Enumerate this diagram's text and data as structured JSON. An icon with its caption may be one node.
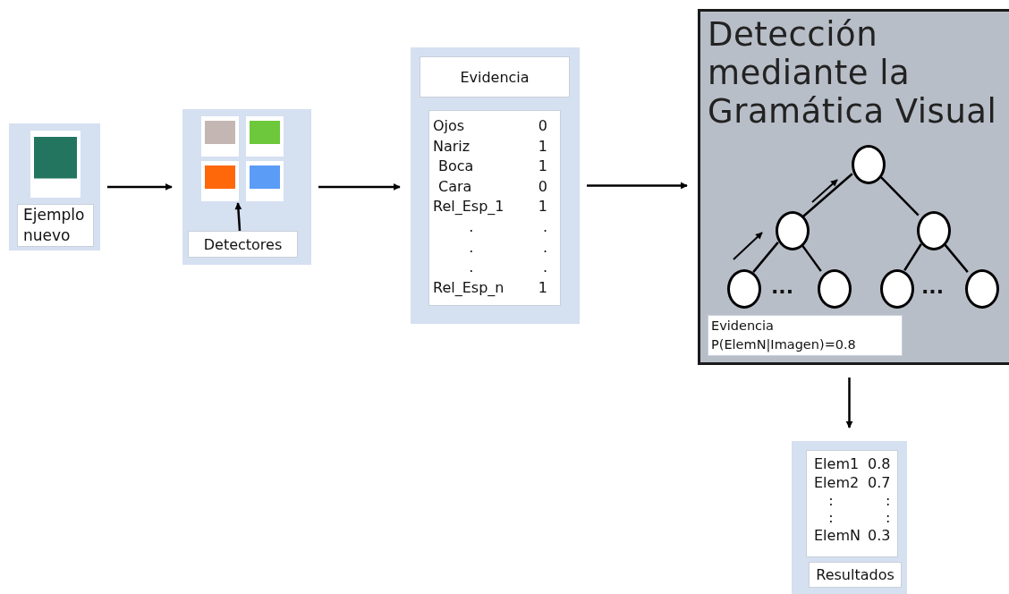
{
  "diagram": {
    "nodes": [
      {
        "text": [],
        "shape": "box"
      },
      {
        "text": [],
        "shape": "box",
        "in": 0
      },
      {
        "text": [
          "Ejemplo nuevo"
        ],
        "in": 0
      },
      {
        "text": [],
        "shape": "box"
      },
      {
        "text": [],
        "shape": "box",
        "in": 3
      },
      {
        "text": [],
        "shape": "box",
        "in": 3
      },
      {
        "text": [],
        "shape": "box",
        "in": 3
      },
      {
        "text": [],
        "shape": "box",
        "in": 3
      },
      {
        "text": [
          "Detectores"
        ],
        "in": 3
      },
      {
        "text": [],
        "shape": "box"
      },
      {
        "text": [
          "Evidencia"
        ],
        "in": 9
      },
      {
        "text": [
          "Ojos",
          "0",
          "Nariz",
          "1",
          "Boca",
          "1",
          "Cara",
          "0",
          "Rel_Esp_1",
          "1",
          ".",
          ".",
          ".",
          ".",
          ".",
          ".",
          "Rel_Esp_n",
          "1"
        ],
        "in": 9
      },
      {
        "text": [
          "Detección mediante la Gramática Visual"
        ]
      },
      {
        "text": [],
        "shape": "circle",
        "in": 12
      },
      {
        "text": [],
        "shape": "circle",
        "in": 12
      },
      {
        "text": [],
        "shape": "circle",
        "in": 12
      },
      {
        "text": [],
        "shape": "circle",
        "in": 12
      },
      {
        "text": [],
        "shape": "circle",
        "in": 12
      },
      {
        "text": [],
        "shape": "circle",
        "in": 12
      },
      {
        "text": [],
        "shape": "circle",
        "in": 12
      },
      {
        "text": [
          "Evidencia",
          "P(ElemN|Imagen)=0.8"
        ],
        "in": 12
      },
      {
        "text": [],
        "shape": "box"
      },
      {
        "text": [
          "Elem1",
          "0.8",
          "Elem2",
          "0.7",
          ":",
          ":",
          ":",
          ":",
          "ElemN",
          "0.3"
        ],
        "in": 21
      },
      {
        "text": [
          "Resultados"
        ],
        "in": 21
      }
    ],
    "edges": [
      {
        "from": 0,
        "to": 3,
        "arrow": "to"
      },
      {
        "from": 8,
        "to": 6,
        "arrow": "to"
      },
      {
        "from": 3,
        "to": 9,
        "arrow": "to"
      },
      {
        "from": 9,
        "to": 12,
        "arrow": "to"
      },
      {
        "from": 12,
        "to": 21,
        "arrow": "to"
      },
      {
        "from": 13,
        "to": 14,
        "arrow": "none"
      },
      {
        "from": 13,
        "to": 15,
        "arrow": "none"
      },
      {
        "from": 14,
        "to": 16,
        "arrow": "none"
      },
      {
        "from": 14,
        "to": 17,
        "arrow": "none"
      },
      {
        "from": 15,
        "to": 18,
        "arrow": "none"
      },
      {
        "from": 15,
        "to": 19,
        "arrow": "none"
      }
    ],
    "labels": [
      "...",
      "..."
    ]
  }
}
